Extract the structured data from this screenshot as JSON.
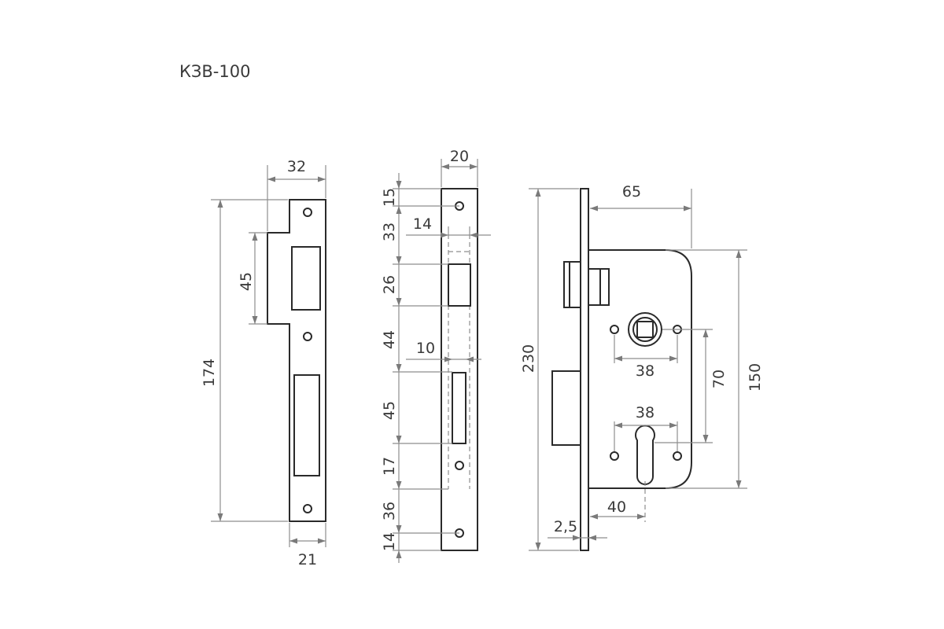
{
  "title": "КЗВ-100",
  "strike_plate": {
    "width_top": "32",
    "tab_height": "45",
    "height": "174",
    "width_bottom": "21"
  },
  "faceplate": {
    "width": "20",
    "offsets": [
      "15",
      "33",
      "26",
      "44",
      "45",
      "17",
      "36",
      "14"
    ],
    "latch_offset": "14",
    "bolt_offset": "10"
  },
  "lock_body": {
    "backset": "65",
    "faceplate_height": "230",
    "spindle_hole_spacing": "38",
    "cylinder_hole_spacing": "38",
    "centre_distance": "70",
    "body_height": "150",
    "cylinder_backset": "40",
    "faceplate_thickness": "2,5"
  }
}
